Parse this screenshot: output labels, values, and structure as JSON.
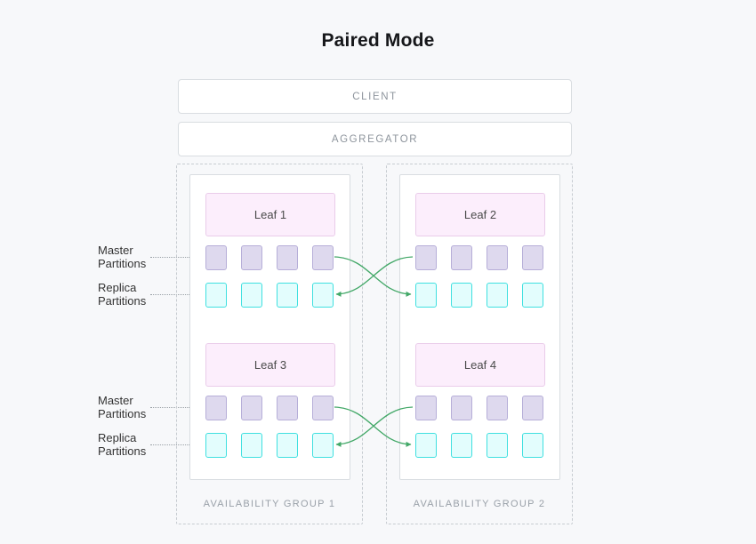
{
  "title": "Paired Mode",
  "tiers": {
    "client": "CLIENT",
    "aggregator": "AGGREGATOR"
  },
  "side_labels": {
    "master": "Master Partitions",
    "replica": "Replica Partitions"
  },
  "groups": [
    {
      "label": "AVAILABILITY GROUP 1",
      "leaves": [
        {
          "name": "Leaf 1",
          "master_partitions": 4,
          "replica_partitions": 4
        },
        {
          "name": "Leaf 3",
          "master_partitions": 4,
          "replica_partitions": 4
        }
      ]
    },
    {
      "label": "AVAILABILITY GROUP 2",
      "leaves": [
        {
          "name": "Leaf 2",
          "master_partitions": 4,
          "replica_partitions": 4
        },
        {
          "name": "Leaf 4",
          "master_partitions": 4,
          "replica_partitions": 4
        }
      ]
    }
  ],
  "colors": {
    "background": "#f7f8fa",
    "box_border": "#d9dde1",
    "muted_text": "#8d949c",
    "master_fill": "#ded9ee",
    "master_border": "#b6aed8",
    "replica_fill": "#e3fdfd",
    "replica_border": "#3fe0e0",
    "leaf_fill": "#fceefc",
    "leaf_border": "#eaccea",
    "arrow": "#43a868"
  }
}
